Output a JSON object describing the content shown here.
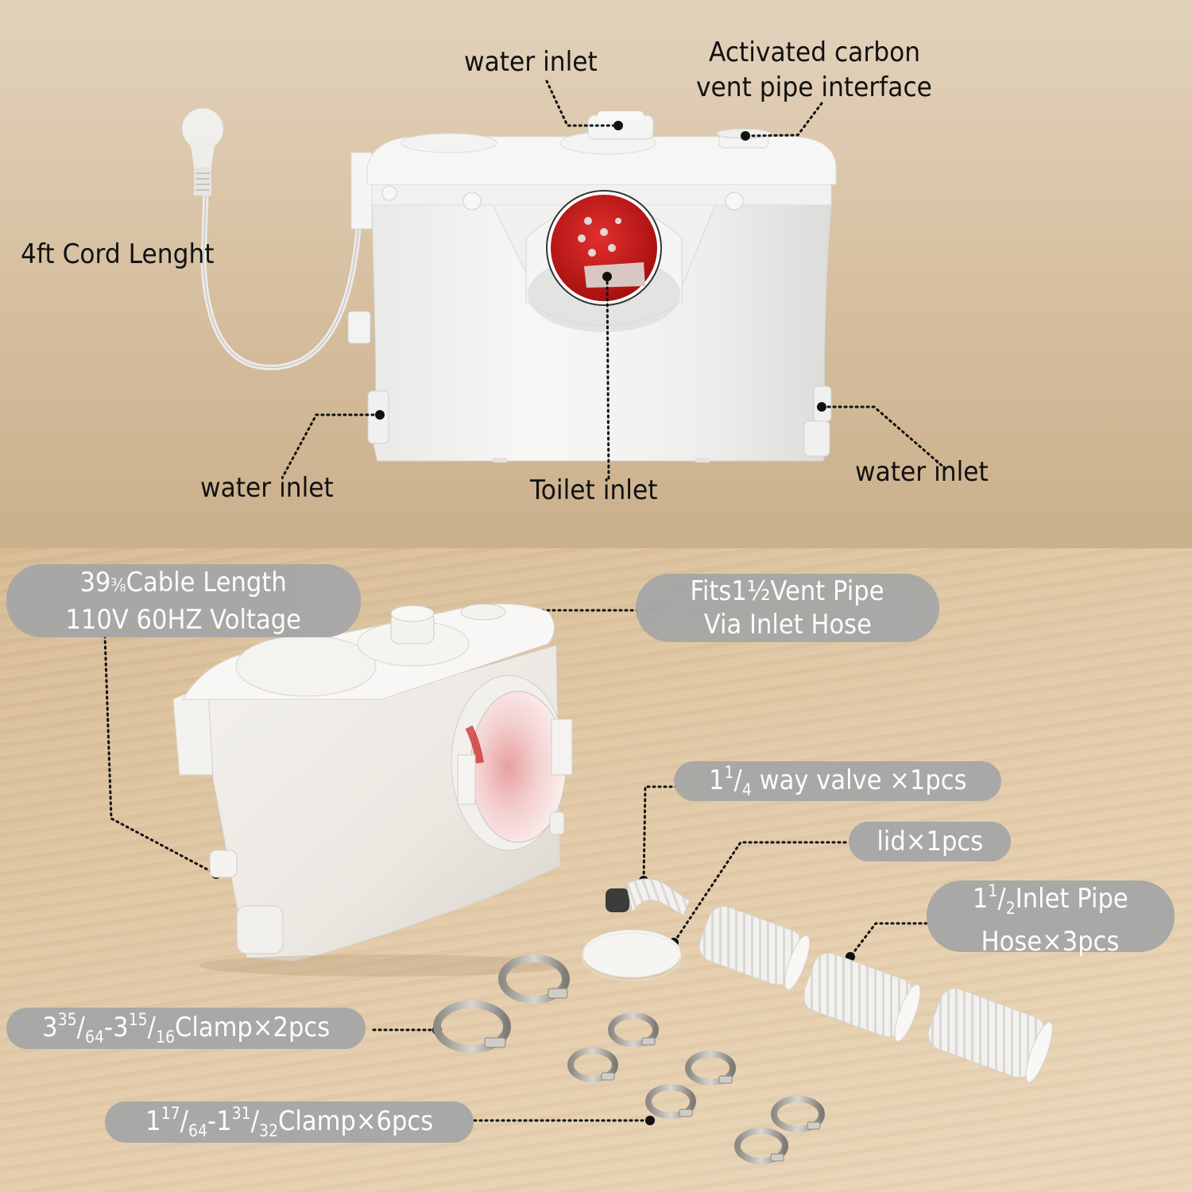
{
  "colors": {
    "background_top": "#e2d2bc",
    "background_mid": "#cbb08c",
    "wood_floor": "#e2c9a6",
    "pill_bg": "#a7a7a6",
    "pill_text": "#ffffff",
    "label_text": "#111111",
    "product_white": "#f4f4f2",
    "chamber_red": "#c8201f",
    "leader_line": "#111111"
  },
  "top_diagram": {
    "labels": {
      "water_inlet_top": "water inlet",
      "carbon_vent_line1": "Activated carbon",
      "carbon_vent_line2": "vent pipe interface",
      "cord_length": "4ft Cord Lenght",
      "water_inlet_left": "water inlet",
      "toilet_inlet": "Toilet inlet",
      "water_inlet_right": "water inlet"
    }
  },
  "bottom_diagram": {
    "callouts": {
      "cable": {
        "line1_num": "39",
        "line1_frac": "⅜",
        "line1_text": "Cable Length",
        "line2": "110V 60HZ Voltage"
      },
      "vent": {
        "line1_pre": "Fits1",
        "line1_frac": "½",
        "line1_text": "Vent Pipe",
        "line2": "Via Inlet Hose"
      },
      "valve": {
        "whole": "1",
        "num": "1",
        "den": "4",
        "text": "way valve ×1pcs"
      },
      "lid": {
        "text": "lid×1pcs"
      },
      "hose": {
        "whole": "1",
        "num": "1",
        "den": "2",
        "line1_text": "Inlet Pipe",
        "line2": "Hose×3pcs"
      },
      "clamp_large": {
        "w1": "3",
        "n1": "35",
        "d1": "64",
        "sep": "-",
        "w2": "3",
        "n2": "15",
        "d2": "16",
        "text": "Clamp×2pcs"
      },
      "clamp_small": {
        "w1": "1",
        "n1": "17",
        "d1": "64",
        "sep": "-",
        "w2": "1",
        "n2": "31",
        "d2": "32",
        "text": "Clamp×6pcs"
      }
    },
    "accessories": {
      "large_clamps": 2,
      "small_clamps": 6,
      "inlet_hoses": 3,
      "valves": 1,
      "lids": 1
    }
  }
}
